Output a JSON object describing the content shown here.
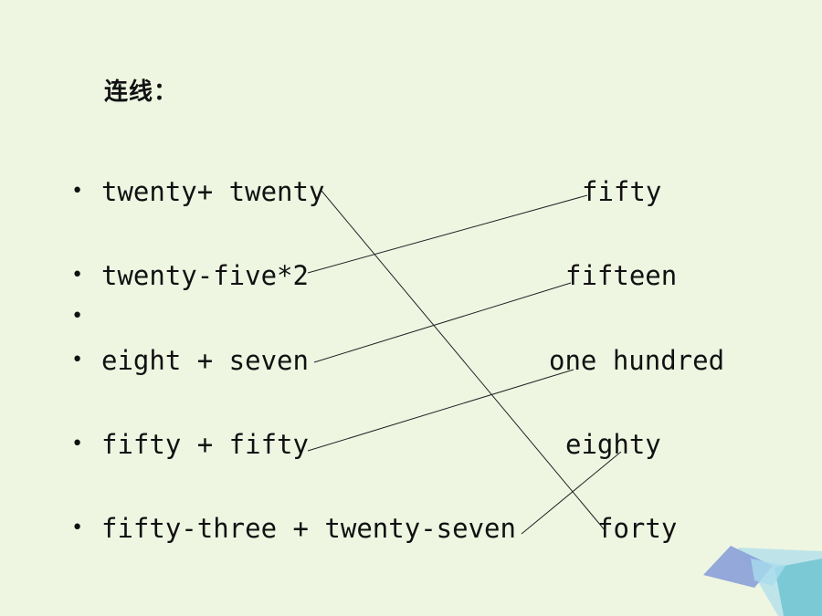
{
  "title": "连线：",
  "bullet_glyph": "•",
  "left_items": [
    {
      "text": "twenty+ twenty"
    },
    {
      "text": "twenty-five*2"
    },
    {
      "text": ""
    },
    {
      "text": "eight + seven"
    },
    {
      "text": "fifty + fifty"
    },
    {
      "text": "fifty-three + twenty-seven"
    }
  ],
  "right_items": [
    {
      "text": "fifty"
    },
    {
      "text": "fifteen"
    },
    {
      "text": "one hundred"
    },
    {
      "text": "eighty"
    },
    {
      "text": "forty"
    }
  ],
  "matches": [
    {
      "left": "twenty+ twenty",
      "right": "forty"
    },
    {
      "left": "twenty-five*2",
      "right": "fifty"
    },
    {
      "left": "eight + seven",
      "right": "fifteen"
    },
    {
      "left": "fifty + fifty",
      "right": "one hundred"
    },
    {
      "left": "fifty-three + twenty-seven",
      "right": "eighty"
    }
  ],
  "colors": {
    "background": "#eef6e2",
    "line": "#222222",
    "deco_blue": "#8aa0d8",
    "deco_teal": "#7cc9d6",
    "deco_light": "#b8e2ea"
  }
}
